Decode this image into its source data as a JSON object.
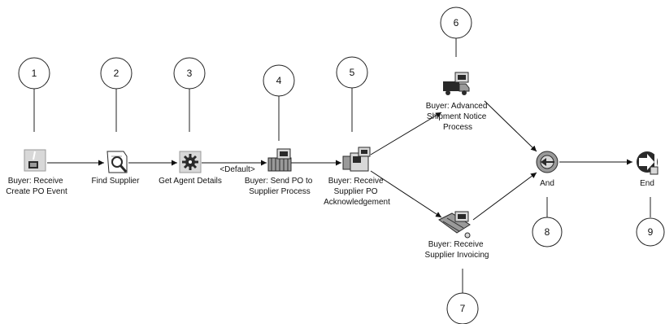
{
  "nodes": [
    {
      "id": "n1",
      "label_lines": [
        "Buyer: Receive",
        "Create PO Event"
      ],
      "icon": "receive-event-icon"
    },
    {
      "id": "n2",
      "label_lines": [
        "Find Supplier"
      ],
      "icon": "magnifier-search-icon"
    },
    {
      "id": "n3",
      "label_lines": [
        "Get Agent Details"
      ],
      "icon": "gear-function-icon"
    },
    {
      "id": "n4",
      "label_lines": [
        "Buyer: Send PO to",
        "Supplier Process"
      ],
      "icon": "send-process-icon"
    },
    {
      "id": "n5",
      "label_lines": [
        "Buyer: Receive",
        "Supplier PO",
        "Acknowledgement"
      ],
      "icon": "receive-process-icon"
    },
    {
      "id": "n6",
      "label_lines": [
        "Buyer: Advanced",
        "Shipment Notice",
        "Process"
      ],
      "icon": "truck-process-icon"
    },
    {
      "id": "n7",
      "label_lines": [
        "Buyer: Receive",
        "Supplier Invoicing"
      ],
      "icon": "invoice-process-icon"
    },
    {
      "id": "n8",
      "label_lines": [
        "And"
      ],
      "icon": "and-join-icon"
    },
    {
      "id": "n9",
      "label_lines": [
        "End"
      ],
      "icon": "end-arrow-icon"
    }
  ],
  "edge_label": "<Default>",
  "callouts": [
    "1",
    "2",
    "3",
    "4",
    "5",
    "6",
    "7",
    "8",
    "9"
  ],
  "colors": {
    "line": "#111111",
    "icon_dark": "#2a2a2a",
    "icon_grey": "#9a9a9a",
    "icon_light": "#d8d8d8"
  }
}
